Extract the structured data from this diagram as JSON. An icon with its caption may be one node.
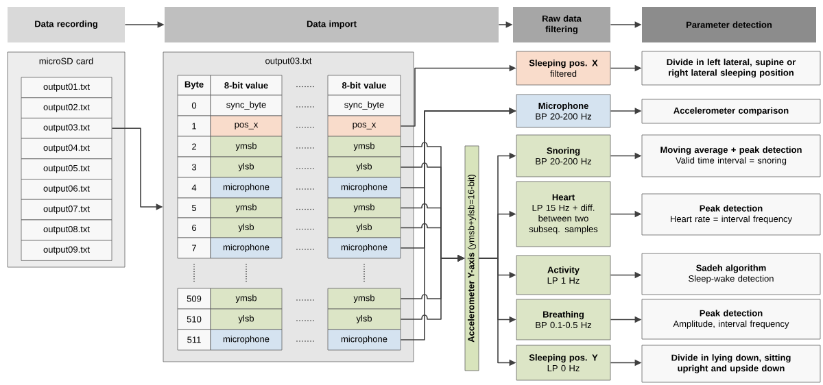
{
  "diagram": {
    "nodes": [
      {
        "text": [
          "Data recording"
        ]
      },
      {
        "text": [
          "Data import"
        ]
      },
      {
        "text": [
          "Raw data filtering"
        ]
      },
      {
        "text": [
          "Parameter detection"
        ]
      },
      {
        "text": [
          "microSD card"
        ]
      },
      {
        "text": [
          "output01.txt"
        ],
        "in": 4
      },
      {
        "text": [
          "output02.txt"
        ],
        "in": 4
      },
      {
        "text": [
          "output03.txt"
        ],
        "in": 4
      },
      {
        "text": [
          "output04.txt"
        ],
        "in": 4
      },
      {
        "text": [
          "output05.txt"
        ],
        "in": 4
      },
      {
        "text": [
          "output06.txt"
        ],
        "in": 4
      },
      {
        "text": [
          "output07.txt"
        ],
        "in": 4
      },
      {
        "text": [
          "output08.txt"
        ],
        "in": 4
      },
      {
        "text": [
          "output09.txt"
        ],
        "in": 4
      },
      {
        "text": [
          "output03.txt"
        ]
      },
      {
        "text": [
          "8-bit value"
        ],
        "in": 14
      },
      {
        "text": [
          "sync_byte"
        ],
        "in": 14
      },
      {
        "text": [
          "pos_x"
        ],
        "in": 14
      },
      {
        "text": [
          "ymsb"
        ],
        "in": 14
      },
      {
        "text": [
          "ylsb"
        ],
        "in": 14
      },
      {
        "text": [
          "microphone"
        ],
        "in": 14
      },
      {
        "text": [
          "ymsb"
        ],
        "in": 14
      },
      {
        "text": [
          "ylsb"
        ],
        "in": 14
      },
      {
        "text": [
          "microphone"
        ],
        "in": 14
      },
      {
        "text": [
          "ymsb"
        ],
        "in": 14
      },
      {
        "text": [
          "ylsb"
        ],
        "in": 14
      },
      {
        "text": [
          "microphone"
        ],
        "in": 14
      },
      {
        "text": [
          "**Accelerometer Y-axis** (ymsb+ylsb=16-bit)"
        ]
      },
      {
        "text": [
          "Sleeping pos. X",
          "filtered"
        ]
      },
      {
        "text": [
          "Microphone",
          "BP 20-200 Hz"
        ]
      },
      {
        "text": [
          "Snoring",
          "BP 20-200 Hz"
        ]
      },
      {
        "text": [
          "Heart",
          "LP 15 Hz + diff. between two subseq. samples"
        ]
      },
      {
        "text": [
          "Activity",
          "LP 1 Hz"
        ]
      },
      {
        "text": [
          "Breathing",
          "BP 0.1-0.5 Hz"
        ]
      },
      {
        "text": [
          "Sleeping pos. Y",
          "LP 0 Hz"
        ]
      },
      {
        "text": [
          "Divide in left lateral, supine or right lateral sleeping position"
        ]
      },
      {
        "text": [
          "Accelerometer comparison"
        ]
      },
      {
        "text": [
          "Moving average + peak detection",
          "Valid time interval = snoring"
        ]
      },
      {
        "text": [
          "Peak detection",
          "Heart rate = interval frequency"
        ]
      },
      {
        "text": [
          "Sadeh algorithm",
          "Sleep-wake detection"
        ]
      },
      {
        "text": [
          "Peak detection",
          "Amplitude, interval frequency"
        ]
      },
      {
        "text": [
          "Divide in lying down, sitting upright and upside down"
        ]
      }
    ],
    "edges": [
      {
        "from": 0,
        "to": 1,
        "arrow": "to"
      },
      {
        "from": 1,
        "to": 2,
        "arrow": "to"
      },
      {
        "from": 2,
        "to": 3,
        "arrow": "to"
      },
      {
        "from": 7,
        "to": 14,
        "arrow": "to"
      },
      {
        "from": 17,
        "to": 28,
        "arrow": "to"
      },
      {
        "from": 20,
        "to": 29,
        "arrow": "to"
      },
      {
        "from": 23,
        "to": 29,
        "arrow": "to"
      },
      {
        "from": 26,
        "to": 29,
        "arrow": "to"
      },
      {
        "from": 18,
        "to": 27,
        "arrow": "to"
      },
      {
        "from": 19,
        "to": 27,
        "arrow": "to"
      },
      {
        "from": 21,
        "to": 27,
        "arrow": "to"
      },
      {
        "from": 22,
        "to": 27,
        "arrow": "to"
      },
      {
        "from": 24,
        "to": 27,
        "arrow": "to"
      },
      {
        "from": 25,
        "to": 27,
        "arrow": "to"
      },
      {
        "from": 27,
        "to": 30,
        "arrow": "to"
      },
      {
        "from": 27,
        "to": 31,
        "arrow": "to"
      },
      {
        "from": 27,
        "to": 32,
        "arrow": "to"
      },
      {
        "from": 27,
        "to": 33,
        "arrow": "to"
      },
      {
        "from": 27,
        "to": 34,
        "arrow": "to"
      },
      {
        "from": 28,
        "to": 35,
        "arrow": "to"
      },
      {
        "from": 29,
        "to": 36,
        "arrow": "to"
      },
      {
        "from": 30,
        "to": 37,
        "arrow": "to"
      },
      {
        "from": 31,
        "to": 38,
        "arrow": "to"
      },
      {
        "from": 32,
        "to": 39,
        "arrow": "to"
      },
      {
        "from": 33,
        "to": 40,
        "arrow": "to"
      },
      {
        "from": 34,
        "to": 41,
        "arrow": "to"
      }
    ],
    "labels": [
      "Byte",
      "8-bit value",
      "0",
      "sync_byte",
      "1",
      "pos_x",
      "2",
      "ymsb",
      "3",
      "ylsb",
      "4",
      "microphone",
      "5",
      "ymsb",
      "6",
      "ylsb",
      "7",
      "microphone",
      "509",
      "ymsb",
      "510",
      "ylsb",
      "511",
      "microphone"
    ]
  }
}
